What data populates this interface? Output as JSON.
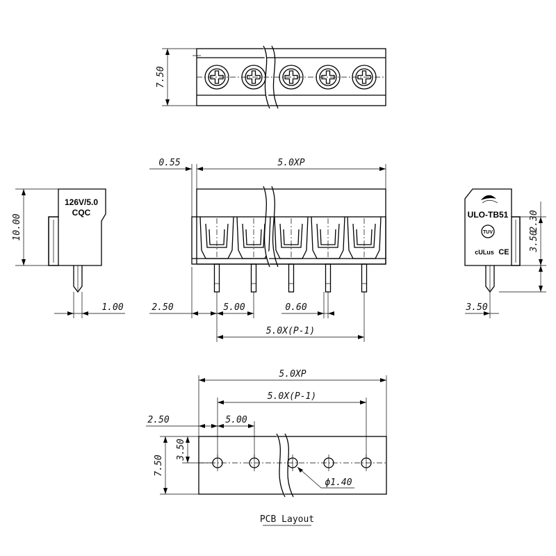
{
  "top_view": {
    "height_dim": "7.50"
  },
  "front_view": {
    "gap_dim": "0.55",
    "width_dim": "5.0XP",
    "edge_dim": "2.50",
    "pitch_dim": "5.00",
    "pin_dim": "0.60",
    "span_dim": "5.0X(P-1)"
  },
  "left_view": {
    "rating_line1": "126V/5.0",
    "rating_line2": "CQC",
    "height_dim": "10.00",
    "pin_dim": "1.00"
  },
  "right_view": {
    "model": "ULO-TB51",
    "tuv_mark": "TUV",
    "ul_mark": "cULus",
    "ce_mark": "CE",
    "dim_a": "3.50",
    "dim_b": "2.30",
    "width_dim": "3.50"
  },
  "pcb_view": {
    "width_dim": "5.0XP",
    "span_dim": "5.0X(P-1)",
    "edge_dim": "2.50",
    "pitch_dim": "5.00",
    "half_height_dim": "3.50",
    "height_dim": "7.50",
    "hole_dim": "ϕ1.40",
    "caption": "PCB Layout"
  }
}
